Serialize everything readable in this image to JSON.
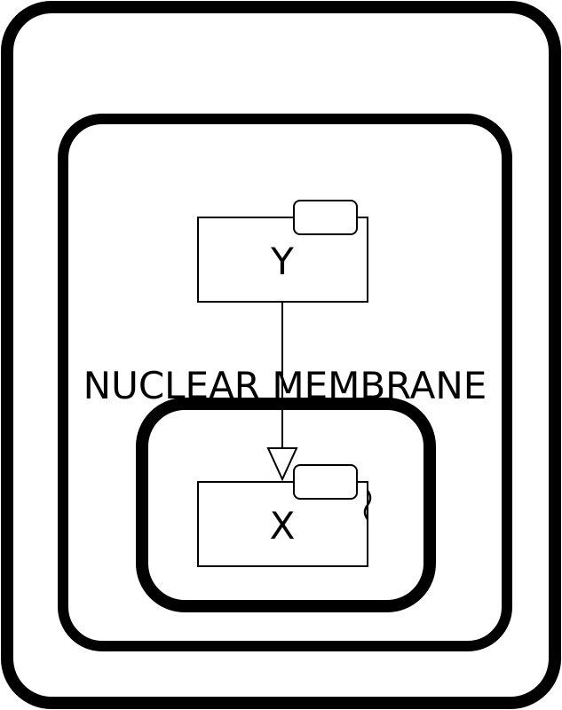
{
  "diagram": {
    "label": "NUCLEAR MEMBRANE",
    "nodes": {
      "y": {
        "label": "Y"
      },
      "x": {
        "label": "X"
      }
    },
    "colors": {
      "stroke": "#000000",
      "fill": "#ffffff"
    }
  }
}
